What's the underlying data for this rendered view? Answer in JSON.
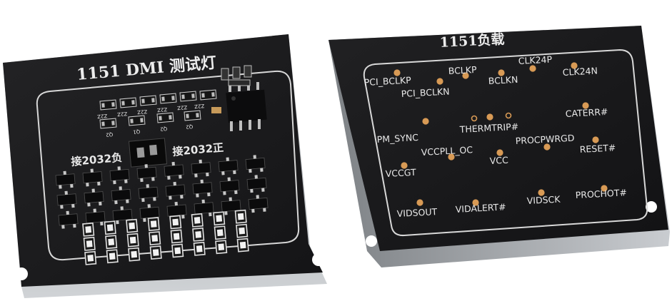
{
  "left_board": {
    "title": "1151 DMI 测试灯",
    "left_label": "接2032负",
    "right_label": "接2032正",
    "chip_codes": [
      "Z2Z",
      "Z2Z",
      "Z2Z",
      "Z2Z",
      "Z2Z",
      "Z2Z"
    ],
    "transistor_codes": [
      "Q2",
      "Q1",
      "Q2",
      "Q2"
    ]
  },
  "right_board": {
    "title": "1151负载",
    "pins": [
      {
        "label": "PCI_BCLKP"
      },
      {
        "label": "PCI_BCLKN"
      },
      {
        "label": "BCLKP"
      },
      {
        "label": "BCLKN"
      },
      {
        "label": "CLK24P"
      },
      {
        "label": "CLK24N"
      },
      {
        "label": "CATERR#"
      },
      {
        "label": "THERMTRIP#"
      },
      {
        "label": "PM_SYNC"
      },
      {
        "label": "PROCPWRGD"
      },
      {
        "label": "RESET#"
      },
      {
        "label": "VCCPLL_OC"
      },
      {
        "label": "VCC"
      },
      {
        "label": "VCCGT"
      },
      {
        "label": "VIDSOUT"
      },
      {
        "label": "VIDALERT#"
      },
      {
        "label": "VIDSCK"
      },
      {
        "label": "PROCHOT#"
      }
    ]
  },
  "colors": {
    "pcb": "#1b1b1d",
    "pcb_edge": "#b9bcc0",
    "silkscreen": "#e9e9e9",
    "pad": "#d89a55"
  }
}
